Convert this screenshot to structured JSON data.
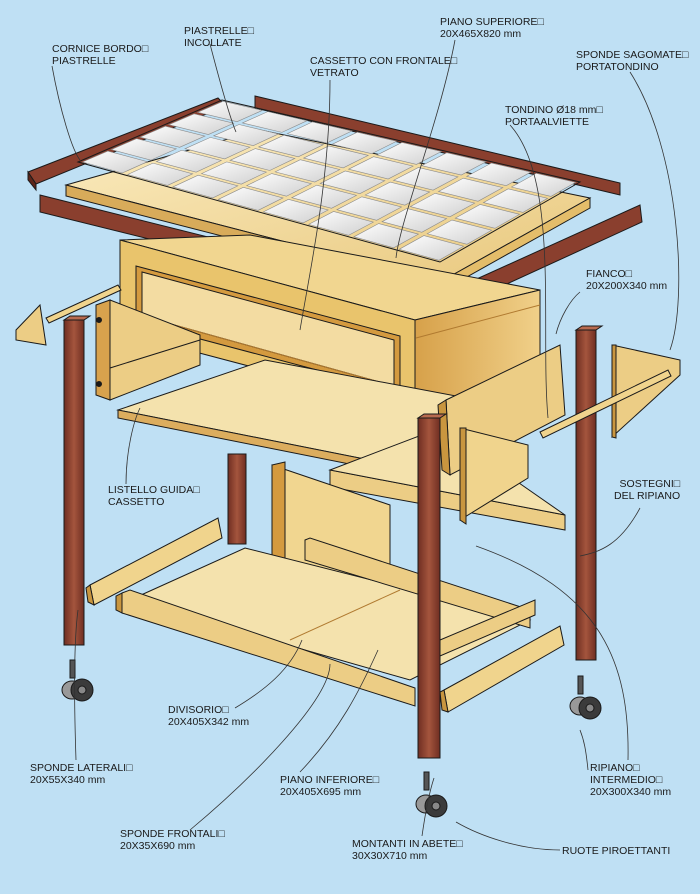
{
  "labels": {
    "cornice": {
      "title": "CORNICE BORDO□\nPIASTRELLE",
      "dims": ""
    },
    "piastrelle": {
      "title": "PIASTRELLE□\nINCOLLATE",
      "dims": ""
    },
    "piano_superiore": {
      "title": "PIANO SUPERIORE□",
      "dims": "20X465X820 mm"
    },
    "cassetto": {
      "title": "CASSETTO CON FRONTALE□\nVETRATO",
      "dims": ""
    },
    "sponde_sagomate": {
      "title": "SPONDE SAGOMATE□\nPORTATONDINO",
      "dims": ""
    },
    "tondino": {
      "title": "TONDINO Ø18 mm□\nPORTAALVIETTE",
      "dims": ""
    },
    "fianco": {
      "title": "FIANCO□",
      "dims": "20X200X340 mm"
    },
    "listello": {
      "title": "LISTELLO GUIDA□\nCASSETTO",
      "dims": ""
    },
    "sostegni": {
      "title": "SOSTEGNI□\nDEL RIPIANO",
      "dims": ""
    },
    "divisorio": {
      "title": "DIVISORIO□",
      "dims": "20X405X342 mm"
    },
    "sponde_laterali": {
      "title": "SPONDE LATERALI□",
      "dims": "20X55X340 mm"
    },
    "piano_inferiore": {
      "title": "PIANO INFERIORE□",
      "dims": "20X405X695 mm"
    },
    "ripiano": {
      "title": "RIPIANO□\nINTERMEDIO□",
      "dims": "20X300X340 mm"
    },
    "sponde_frontali": {
      "title": "SPONDE FRONTALI□",
      "dims": "20X35X690 mm"
    },
    "montanti": {
      "title": "MONTANTI IN ABETE□",
      "dims": "30X30X710 mm"
    },
    "ruote": {
      "title": "RUOTE PIROETTANTI",
      "dims": ""
    }
  },
  "colors": {
    "background": "#bfe0f4",
    "wood_light": "#f4dfa6",
    "wood_mid": "#e9c777",
    "wood_dark": "#c9963f",
    "mahogany": "#8a3f2e",
    "tile": "#e6e6e6",
    "outline": "#1a1a1a"
  }
}
